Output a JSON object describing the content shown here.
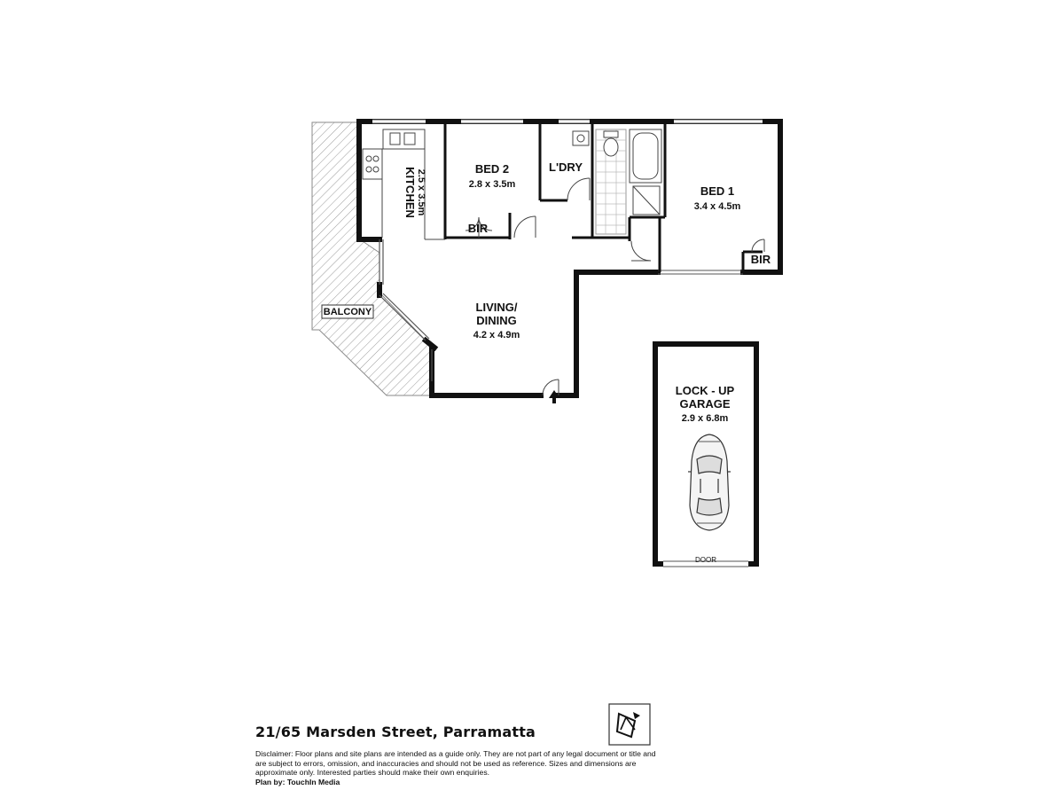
{
  "rooms": {
    "kitchen": {
      "name": "KITCHEN",
      "dims": "2.5 x 3.5m"
    },
    "bed2": {
      "name": "BED 2",
      "dims": "2.8 x 3.5m"
    },
    "laundry": {
      "name": "L'DRY"
    },
    "bed1": {
      "name": "BED 1",
      "dims": "3.4 x 4.5m"
    },
    "bir_bed2": {
      "name": "BIR"
    },
    "bir_bed1": {
      "name": "BIR"
    },
    "living": {
      "line1": "LIVING/",
      "line2": "DINING",
      "dims": "4.2 x 4.9m"
    },
    "balcony": {
      "name": "BALCONY"
    },
    "garage": {
      "line1": "LOCK - UP",
      "line2": "GARAGE",
      "dims": "2.9 x 6.8m",
      "door": "DOOR"
    }
  },
  "footer": {
    "address": "21/65 Marsden Street, Parramatta",
    "disclaimer": "Disclaimer: Floor plans and site plans are intended as a guide only. They are not part of any legal document or title and are subject to errors, omission, and inaccuracies and should not be used as reference. Sizes and dimensions are approximate only. Interested parties should make their own enquiries.",
    "plan_by": "Plan by: TouchIn Media"
  },
  "icons": {
    "north": "north-arrow-icon",
    "entry": "entry-arrow-icon",
    "car": "car-icon"
  }
}
